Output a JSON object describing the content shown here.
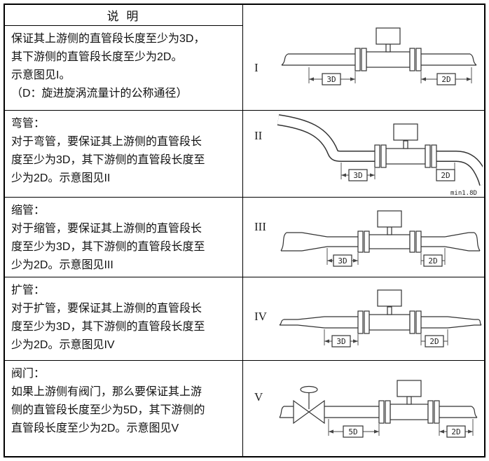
{
  "page": {
    "title": "说 明"
  },
  "sections": [
    {
      "numeral": "I",
      "lines": [
        "保证其上游侧的直管段长度至少为3D，",
        "其下游侧的直管段长度至少为2D。",
        "示意图见I。",
        "（D：旋进旋涡流量计的公称通径）"
      ],
      "dims": {
        "upstream": "3D",
        "downstream": "2D"
      }
    },
    {
      "numeral": "II",
      "lines": [
        "弯管：",
        "对于弯管，要保证其上游侧的直管段长",
        "度至少为3D，其下游侧的直管段长度至",
        "少为2D。示意图见II"
      ],
      "dims": {
        "upstream": "3D",
        "downstream": "2D"
      },
      "note": "min1.8D"
    },
    {
      "numeral": "III",
      "lines": [
        "缩管：",
        "对于缩管，要保证其上游侧的直管段长",
        "度至少为3D，其下游侧的直管段长度至",
        "少为2D。示意图见III"
      ],
      "dims": {
        "upstream": "3D",
        "downstream": "2D"
      }
    },
    {
      "numeral": "IV",
      "lines": [
        "扩管：",
        "对于扩管，要保证其上游侧的直管段长",
        "度至少为3D，其下游侧的直管段长度至",
        "少为2D。示意图见IV"
      ],
      "dims": {
        "upstream": "3D",
        "downstream": "2D"
      }
    },
    {
      "numeral": "V",
      "lines": [
        "阀门：",
        "如果上游侧有阀门，那么要保证其上游",
        "侧的直管段长度至少为5D，其下游侧的",
        "直管段长度至少为2D。示意图见V"
      ],
      "dims": {
        "upstream": "5D",
        "downstream": "2D"
      }
    }
  ]
}
